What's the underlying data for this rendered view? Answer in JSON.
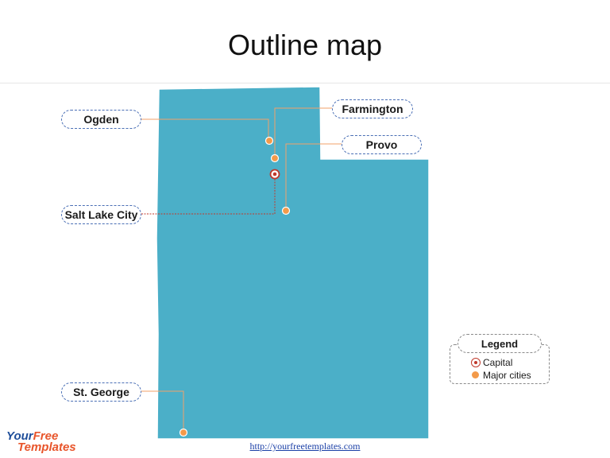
{
  "page": {
    "title": "Outline map",
    "url": "http://yourfreetemplates.com"
  },
  "map": {
    "state_fill": "#4bafc8",
    "leader_color": "#f0a06a",
    "capital_color": "#c0392b",
    "city_color": "#f39a4a",
    "cities": [
      {
        "name": "Ogden",
        "role": "major-city"
      },
      {
        "name": "Farmington",
        "role": "major-city"
      },
      {
        "name": "Salt Lake City",
        "role": "capital"
      },
      {
        "name": "Provo",
        "role": "major-city"
      },
      {
        "name": "St. George",
        "role": "major-city"
      }
    ]
  },
  "legend": {
    "title": "Legend",
    "capital_label": "Capital",
    "major_cities_label": "Major cities"
  },
  "logo": {
    "line1_part1": "Your",
    "line1_part2": "Free",
    "line2": "Templates"
  }
}
